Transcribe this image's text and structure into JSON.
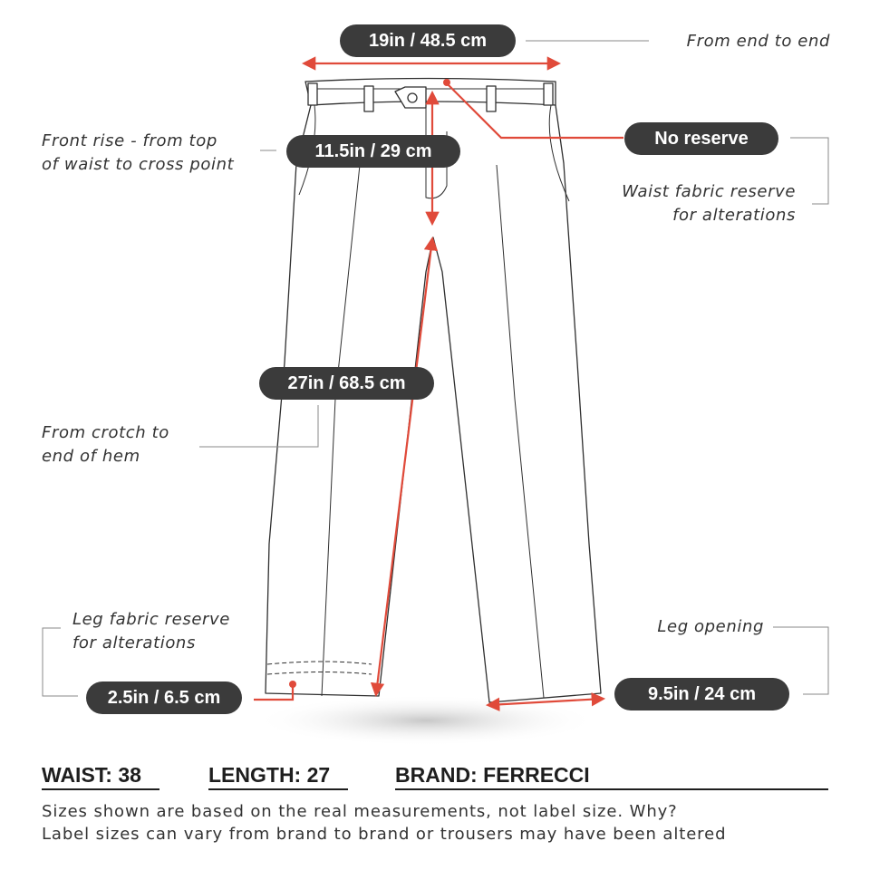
{
  "labels": {
    "waist_width": "19in / 48.5 cm",
    "front_rise": "11.5in / 29 cm",
    "waist_reserve": "No reserve",
    "inseam": "27in / 68.5 cm",
    "leg_reserve": "2.5in / 6.5 cm",
    "leg_opening": "9.5in / 24 cm"
  },
  "notes": {
    "waist_width": "From end to end",
    "front_rise_line1": "Front rise - from top",
    "front_rise_line2": "of waist to cross point",
    "waist_reserve_line1": "Waist fabric reserve",
    "waist_reserve_line2": "for alterations",
    "inseam_line1": "From crotch to",
    "inseam_line2": "end of hem",
    "leg_reserve_line1": "Leg fabric reserve",
    "leg_reserve_line2": "for alterations",
    "leg_opening": "Leg opening"
  },
  "summary": {
    "waist": "WAIST: 38",
    "length": "LENGTH: 27",
    "brand": "BRAND: FERRECCI"
  },
  "footer": {
    "line1": "Sizes shown are based on the real measurements, not label size. Why?",
    "line2": "Label sizes can vary from brand to brand or trousers may have been altered"
  },
  "colors": {
    "measure_red": "#e04a3a",
    "pill_bg": "#3b3b3b",
    "outline": "#2f2f2f"
  }
}
